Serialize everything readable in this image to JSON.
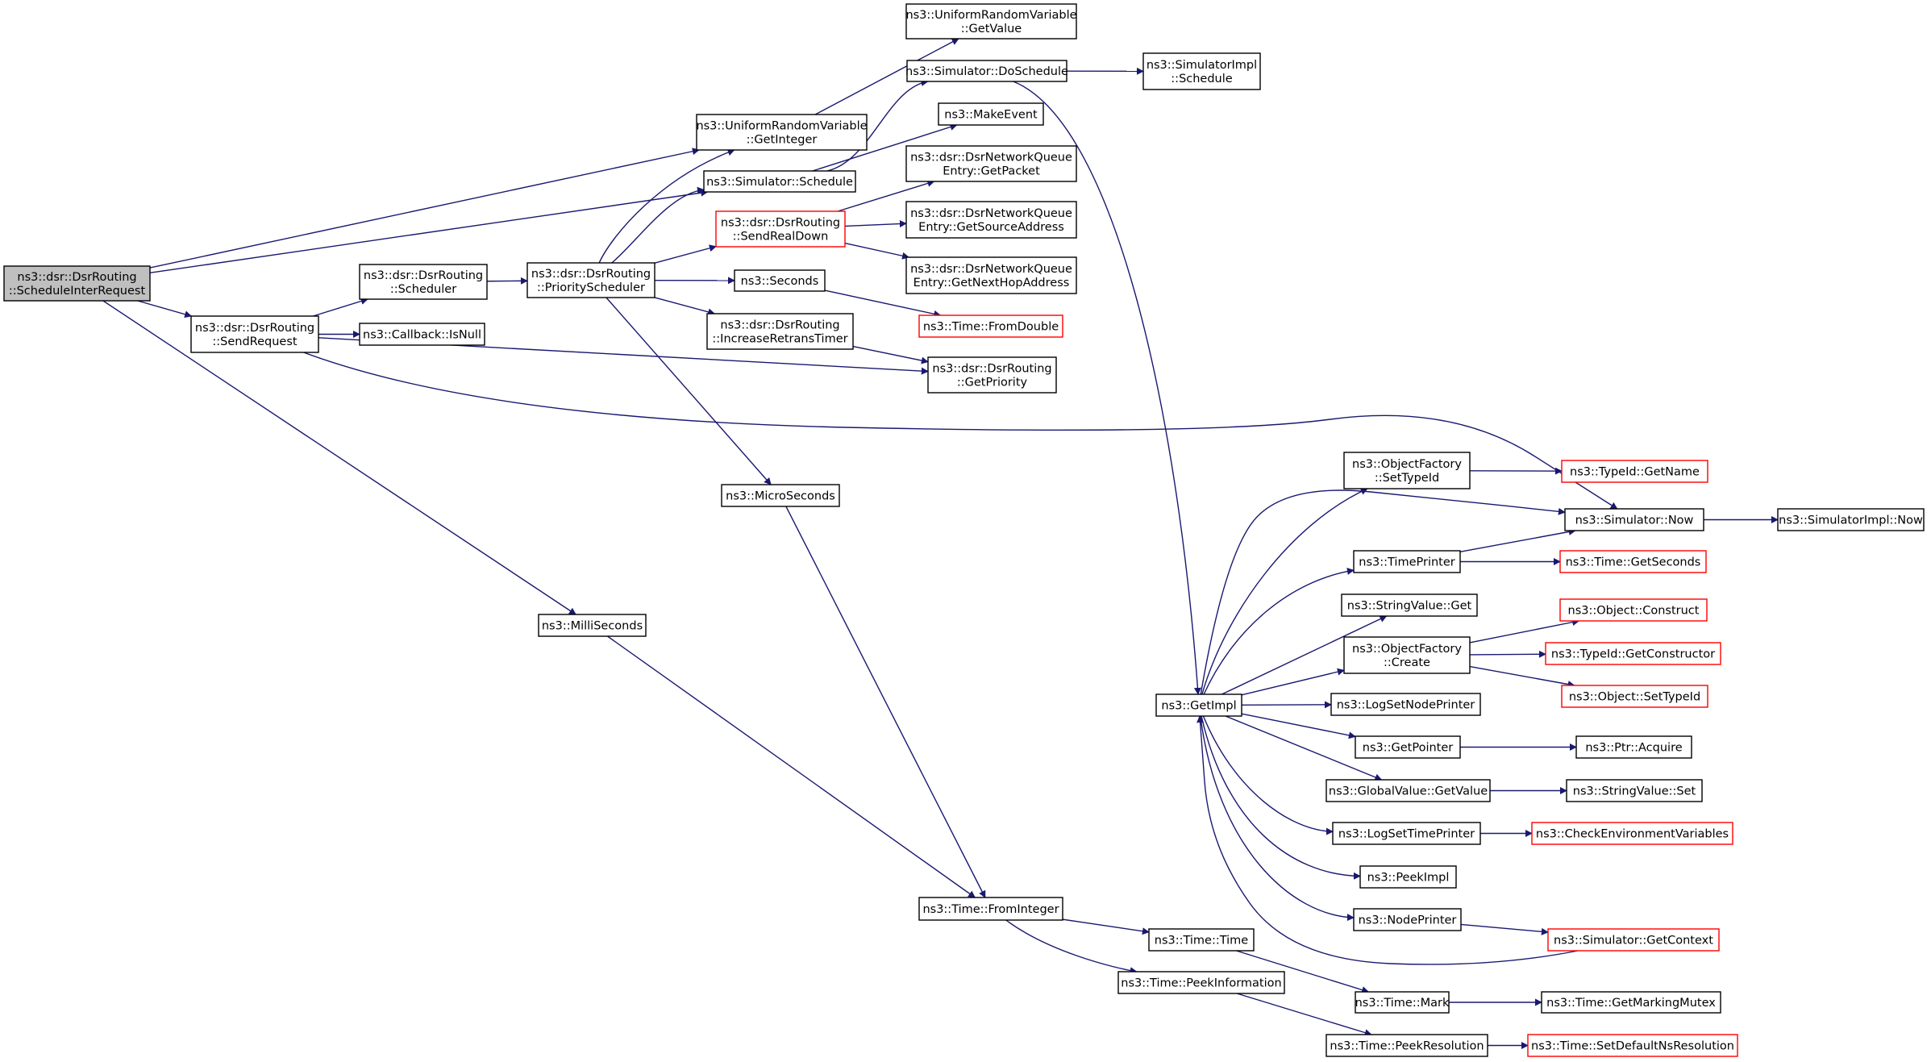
{
  "style": {
    "edge_color": "#191970",
    "box_color": "#000000",
    "link_box_color": "#ff0000",
    "root_fill": "#bfbfbf",
    "box_fill": "#ffffff"
  },
  "nodes": [
    {
      "id": "schedule_inter_request",
      "lines": [
        "ns3::dsr::DsrRouting",
        "::ScheduleInterRequest"
      ],
      "kind": "root"
    },
    {
      "id": "send_request",
      "lines": [
        "ns3::dsr::DsrRouting",
        "::SendRequest"
      ],
      "kind": "normal"
    },
    {
      "id": "scheduler",
      "lines": [
        "ns3::dsr::DsrRouting",
        "::Scheduler"
      ],
      "kind": "normal"
    },
    {
      "id": "callback_isnull",
      "lines": [
        "ns3::Callback::IsNull"
      ],
      "kind": "normal"
    },
    {
      "id": "priority_scheduler",
      "lines": [
        "ns3::dsr::DsrRouting",
        "::PriorityScheduler"
      ],
      "kind": "normal"
    },
    {
      "id": "urv_getinteger",
      "lines": [
        "ns3::UniformRandomVariable",
        "::GetInteger"
      ],
      "kind": "normal"
    },
    {
      "id": "urv_getvalue",
      "lines": [
        "ns3::UniformRandomVariable",
        "::GetValue"
      ],
      "kind": "normal"
    },
    {
      "id": "sim_schedule",
      "lines": [
        "ns3::Simulator::Schedule"
      ],
      "kind": "normal"
    },
    {
      "id": "sim_doschedule",
      "lines": [
        "ns3::Simulator::DoSchedule"
      ],
      "kind": "normal"
    },
    {
      "id": "simimpl_schedule",
      "lines": [
        "ns3::SimulatorImpl",
        "::Schedule"
      ],
      "kind": "normal"
    },
    {
      "id": "make_event",
      "lines": [
        "ns3::MakeEvent"
      ],
      "kind": "normal"
    },
    {
      "id": "send_real_down",
      "lines": [
        "ns3::dsr::DsrRouting",
        "::SendRealDown"
      ],
      "kind": "link"
    },
    {
      "id": "dnq_getpacket",
      "lines": [
        "ns3::dsr::DsrNetworkQueue",
        "Entry::GetPacket"
      ],
      "kind": "normal"
    },
    {
      "id": "dnq_getsource",
      "lines": [
        "ns3::dsr::DsrNetworkQueue",
        "Entry::GetSourceAddress"
      ],
      "kind": "normal"
    },
    {
      "id": "dnq_getnexthop",
      "lines": [
        "ns3::dsr::DsrNetworkQueue",
        "Entry::GetNextHopAddress"
      ],
      "kind": "normal"
    },
    {
      "id": "seconds",
      "lines": [
        "ns3::Seconds"
      ],
      "kind": "normal"
    },
    {
      "id": "time_fromdouble",
      "lines": [
        "ns3::Time::FromDouble"
      ],
      "kind": "link"
    },
    {
      "id": "increase_retrans",
      "lines": [
        "ns3::dsr::DsrRouting",
        "::IncreaseRetransTimer"
      ],
      "kind": "normal"
    },
    {
      "id": "get_priority",
      "lines": [
        "ns3::dsr::DsrRouting",
        "::GetPriority"
      ],
      "kind": "normal"
    },
    {
      "id": "microseconds",
      "lines": [
        "ns3::MicroSeconds"
      ],
      "kind": "normal"
    },
    {
      "id": "milliseconds",
      "lines": [
        "ns3::MilliSeconds"
      ],
      "kind": "normal"
    },
    {
      "id": "time_frominteger",
      "lines": [
        "ns3::Time::FromInteger"
      ],
      "kind": "normal"
    },
    {
      "id": "time_time",
      "lines": [
        "ns3::Time::Time"
      ],
      "kind": "normal"
    },
    {
      "id": "time_peekinfo",
      "lines": [
        "ns3::Time::PeekInformation"
      ],
      "kind": "normal"
    },
    {
      "id": "time_mark",
      "lines": [
        "ns3::Time::Mark"
      ],
      "kind": "normal"
    },
    {
      "id": "time_getmarkingmutex",
      "lines": [
        "ns3::Time::GetMarkingMutex"
      ],
      "kind": "normal"
    },
    {
      "id": "time_peekresolution",
      "lines": [
        "ns3::Time::PeekResolution"
      ],
      "kind": "normal"
    },
    {
      "id": "time_setdefaultns",
      "lines": [
        "ns3::Time::SetDefaultNsResolution"
      ],
      "kind": "link"
    },
    {
      "id": "getimpl",
      "lines": [
        "ns3::GetImpl"
      ],
      "kind": "normal"
    },
    {
      "id": "of_settypeid",
      "lines": [
        "ns3::ObjectFactory",
        "::SetTypeId"
      ],
      "kind": "normal"
    },
    {
      "id": "typeid_getname",
      "lines": [
        "ns3::TypeId::GetName"
      ],
      "kind": "link"
    },
    {
      "id": "sim_now",
      "lines": [
        "ns3::Simulator::Now"
      ],
      "kind": "normal"
    },
    {
      "id": "simimpl_now",
      "lines": [
        "ns3::SimulatorImpl::Now"
      ],
      "kind": "normal"
    },
    {
      "id": "timeprinter",
      "lines": [
        "ns3::TimePrinter"
      ],
      "kind": "normal"
    },
    {
      "id": "time_getseconds",
      "lines": [
        "ns3::Time::GetSeconds"
      ],
      "kind": "link"
    },
    {
      "id": "stringvalue_get",
      "lines": [
        "ns3::StringValue::Get"
      ],
      "kind": "normal"
    },
    {
      "id": "of_create",
      "lines": [
        "ns3::ObjectFactory",
        "::Create"
      ],
      "kind": "normal"
    },
    {
      "id": "object_construct",
      "lines": [
        "ns3::Object::Construct"
      ],
      "kind": "link"
    },
    {
      "id": "typeid_getconstructor",
      "lines": [
        "ns3::TypeId::GetConstructor"
      ],
      "kind": "link"
    },
    {
      "id": "object_settypeid",
      "lines": [
        "ns3::Object::SetTypeId"
      ],
      "kind": "link"
    },
    {
      "id": "logsetnodeprinter",
      "lines": [
        "ns3::LogSetNodePrinter"
      ],
      "kind": "normal"
    },
    {
      "id": "getpointer",
      "lines": [
        "ns3::GetPointer"
      ],
      "kind": "normal"
    },
    {
      "id": "ptr_acquire",
      "lines": [
        "ns3::Ptr::Acquire"
      ],
      "kind": "normal"
    },
    {
      "id": "globalvalue_getvalue",
      "lines": [
        "ns3::GlobalValue::GetValue"
      ],
      "kind": "normal"
    },
    {
      "id": "stringvalue_set",
      "lines": [
        "ns3::StringValue::Set"
      ],
      "kind": "normal"
    },
    {
      "id": "logsettimeprinter",
      "lines": [
        "ns3::LogSetTimePrinter"
      ],
      "kind": "normal"
    },
    {
      "id": "checkenv",
      "lines": [
        "ns3::CheckEnvironmentVariables"
      ],
      "kind": "link"
    },
    {
      "id": "peekimpl",
      "lines": [
        "ns3::PeekImpl"
      ],
      "kind": "normal"
    },
    {
      "id": "nodeprinter",
      "lines": [
        "ns3::NodePrinter"
      ],
      "kind": "normal"
    },
    {
      "id": "sim_getcontext",
      "lines": [
        "ns3::Simulator::GetContext"
      ],
      "kind": "link"
    }
  ],
  "edges": [
    [
      "schedule_inter_request",
      "urv_getinteger"
    ],
    [
      "schedule_inter_request",
      "sim_schedule"
    ],
    [
      "schedule_inter_request",
      "send_request"
    ],
    [
      "schedule_inter_request",
      "milliseconds"
    ],
    [
      "send_request",
      "scheduler"
    ],
    [
      "send_request",
      "callback_isnull"
    ],
    [
      "send_request",
      "get_priority"
    ],
    [
      "send_request",
      "sim_now"
    ],
    [
      "scheduler",
      "priority_scheduler"
    ],
    [
      "priority_scheduler",
      "urv_getinteger"
    ],
    [
      "priority_scheduler",
      "sim_schedule"
    ],
    [
      "priority_scheduler",
      "send_real_down"
    ],
    [
      "priority_scheduler",
      "seconds"
    ],
    [
      "priority_scheduler",
      "increase_retrans"
    ],
    [
      "priority_scheduler",
      "microseconds"
    ],
    [
      "urv_getinteger",
      "urv_getvalue"
    ],
    [
      "sim_schedule",
      "sim_doschedule"
    ],
    [
      "sim_schedule",
      "make_event"
    ],
    [
      "sim_doschedule",
      "simimpl_schedule"
    ],
    [
      "sim_doschedule",
      "getimpl"
    ],
    [
      "send_real_down",
      "dnq_getpacket"
    ],
    [
      "send_real_down",
      "dnq_getsource"
    ],
    [
      "send_real_down",
      "dnq_getnexthop"
    ],
    [
      "seconds",
      "time_fromdouble"
    ],
    [
      "increase_retrans",
      "get_priority"
    ],
    [
      "microseconds",
      "time_frominteger"
    ],
    [
      "milliseconds",
      "time_frominteger"
    ],
    [
      "time_frominteger",
      "time_time"
    ],
    [
      "time_frominteger",
      "time_peekinfo"
    ],
    [
      "time_time",
      "time_mark"
    ],
    [
      "time_mark",
      "time_getmarkingmutex"
    ],
    [
      "time_peekinfo",
      "time_peekresolution"
    ],
    [
      "time_peekresolution",
      "time_setdefaultns"
    ],
    [
      "getimpl",
      "of_settypeid"
    ],
    [
      "getimpl",
      "sim_now"
    ],
    [
      "getimpl",
      "timeprinter"
    ],
    [
      "getimpl",
      "stringvalue_get"
    ],
    [
      "getimpl",
      "of_create"
    ],
    [
      "getimpl",
      "logsetnodeprinter"
    ],
    [
      "getimpl",
      "getpointer"
    ],
    [
      "getimpl",
      "globalvalue_getvalue"
    ],
    [
      "getimpl",
      "logsettimeprinter"
    ],
    [
      "getimpl",
      "peekimpl"
    ],
    [
      "getimpl",
      "nodeprinter"
    ],
    [
      "of_settypeid",
      "typeid_getname"
    ],
    [
      "sim_now",
      "simimpl_now"
    ],
    [
      "timeprinter",
      "sim_now"
    ],
    [
      "timeprinter",
      "time_getseconds"
    ],
    [
      "of_create",
      "object_construct"
    ],
    [
      "of_create",
      "typeid_getconstructor"
    ],
    [
      "of_create",
      "object_settypeid"
    ],
    [
      "getpointer",
      "ptr_acquire"
    ],
    [
      "globalvalue_getvalue",
      "stringvalue_set"
    ],
    [
      "logsettimeprinter",
      "checkenv"
    ],
    [
      "nodeprinter",
      "sim_getcontext"
    ],
    [
      "sim_getcontext",
      "getimpl"
    ]
  ]
}
